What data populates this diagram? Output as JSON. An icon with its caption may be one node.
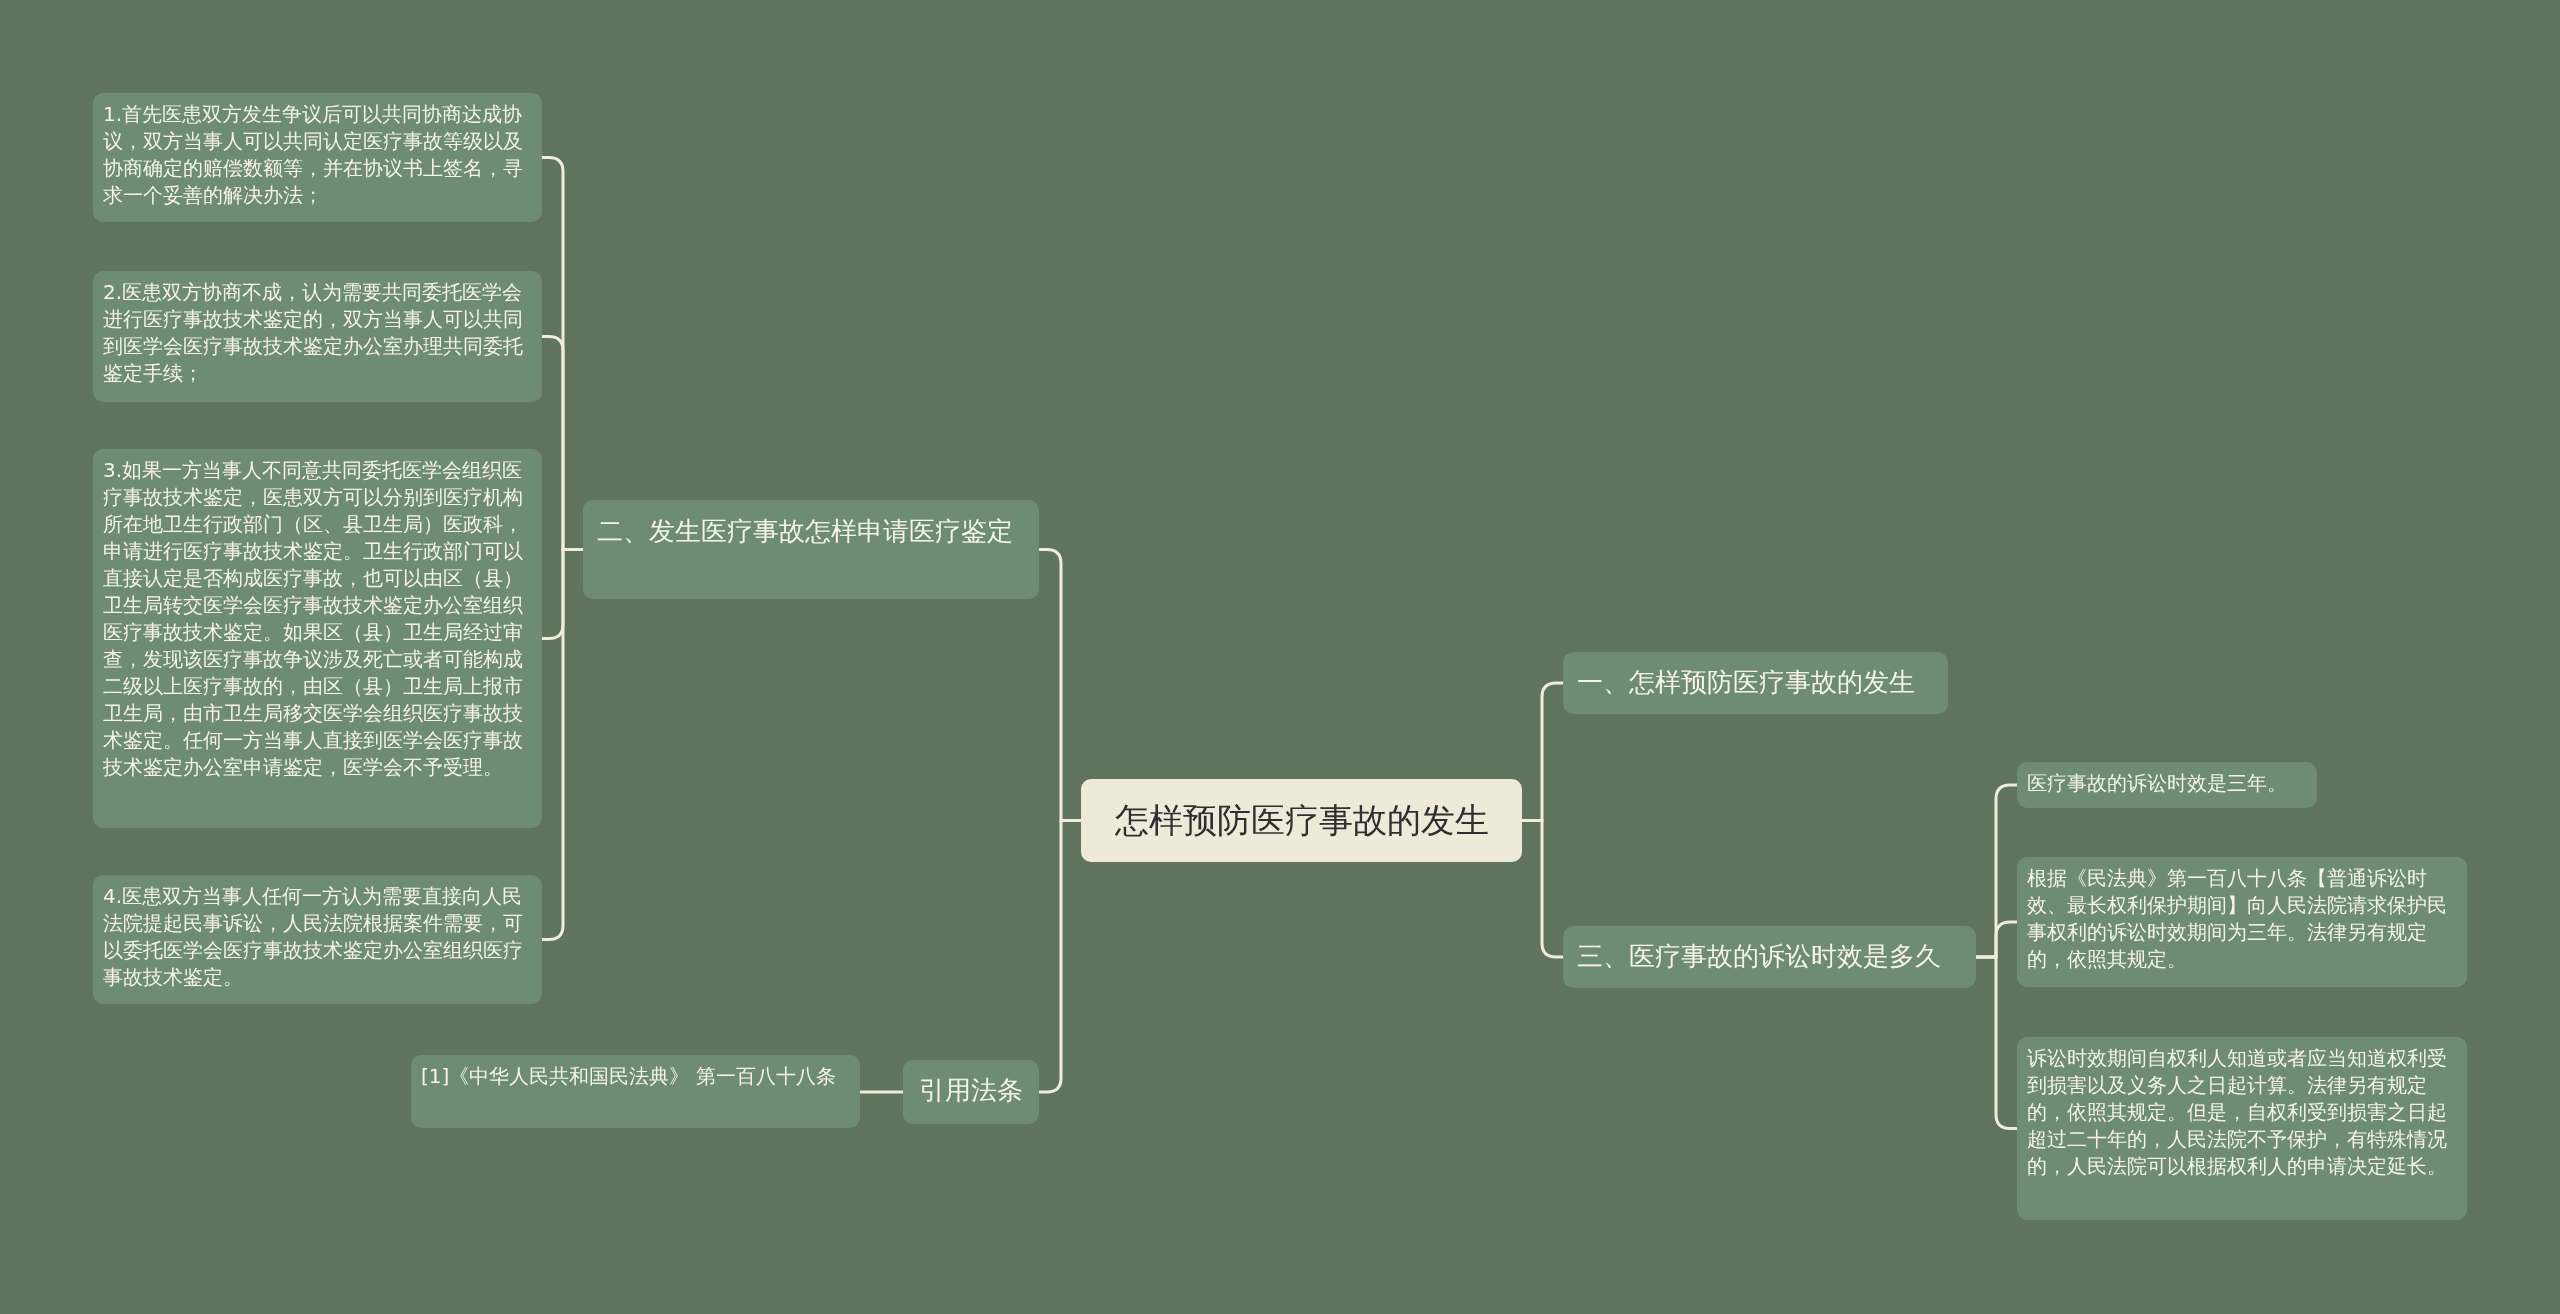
{
  "diagram": {
    "nodes": [
      {
        "text": [
          "怎样预防医疗事故的发生"
        ]
      },
      {
        "text": [
          "一、怎样预防医疗事故的发生"
        ]
      },
      {
        "text": [
          "三、医疗事故的诉讼时效是多久"
        ]
      },
      {
        "text": [
          "二、发生医疗事故怎样申请医疗鉴定"
        ]
      },
      {
        "text": [
          "引用法条"
        ]
      },
      {
        "text": [
          "1.首先医患双方发生争议后可以共同协商达成协议，双方当事人可以共同认定医疗事故等级以及协商确定的赔偿数额等，并在协议书上签名，寻求一个妥善的解决办法；"
        ]
      },
      {
        "text": [
          "2.医患双方协商不成，认为需要共同委托医学会进行医疗事故技术鉴定的，双方当事人可以共同到医学会医疗事故技术鉴定办公室办理共同委托鉴定手续；"
        ]
      },
      {
        "text": [
          "3.如果一方当事人不同意共同委托医学会组织医疗事故技术鉴定，医患双方可以分别到医疗机构所在地卫生行政部门（区、县卫生局）医政科，申请进行医疗事故技术鉴定。卫生行政部门可以直接认定是否构成医疗事故，也可以由区（县）卫生局转交医学会医疗事故技术鉴定办公室组织医疗事故技术鉴定。如果区（县）卫生局经过审查，发现该医疗事故争议涉及死亡或者可能构成二级以上医疗事故的，由区（县）卫生局上报市卫生局，由市卫生局移交医学会组织医疗事故技术鉴定。任何一方当事人直接到医学会医疗事故技术鉴定办公室申请鉴定，医学会不予受理。"
        ]
      },
      {
        "text": [
          "4.医患双方当事人任何一方认为需要直接向人民法院提起民事诉讼，人民法院根据案件需要，可以委托医学会医疗事故技术鉴定办公室组织医疗事故技术鉴定。"
        ]
      },
      {
        "text": [
          "[1]《中华人民共和国民法典》 第一百八十八条"
        ]
      },
      {
        "text": [
          "医疗事故的诉讼时效是三年。"
        ]
      },
      {
        "text": [
          "根据《民法典》第一百八十八条【普通诉讼时效、最长权利保护期间】向人民法院请求保护民事权利的诉讼时效期间为三年。法律另有规定的，依照其规定。"
        ]
      },
      {
        "text": [
          "诉讼时效期间自权利人知道或者应当知道权利受到损害以及义务人之日起计算。法律另有规定的，依照其规定。但是，自权利受到损害之日起超过二十年的，人民法院不予保护，有特殊情况的，人民法院可以根据权利人的申请决定延长。"
        ]
      }
    ],
    "edges": [
      {
        "from": 0,
        "to": 1,
        "arrow": "none"
      },
      {
        "from": 0,
        "to": 2,
        "arrow": "none"
      },
      {
        "from": 0,
        "to": 3,
        "arrow": "none"
      },
      {
        "from": 0,
        "to": 4,
        "arrow": "none"
      },
      {
        "from": 2,
        "to": 10,
        "arrow": "none"
      },
      {
        "from": 2,
        "to": 11,
        "arrow": "none"
      },
      {
        "from": 2,
        "to": 12,
        "arrow": "none"
      },
      {
        "from": 3,
        "to": 5,
        "arrow": "none"
      },
      {
        "from": 3,
        "to": 6,
        "arrow": "none"
      },
      {
        "from": 3,
        "to": 7,
        "arrow": "none"
      },
      {
        "from": 3,
        "to": 8,
        "arrow": "none"
      },
      {
        "from": 4,
        "to": 9,
        "arrow": "none"
      }
    ]
  }
}
